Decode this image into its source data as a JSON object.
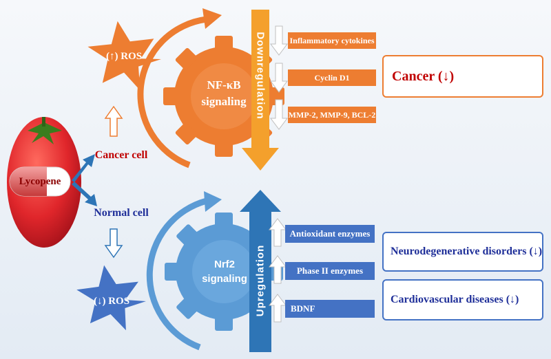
{
  "source": {
    "label": "Lycopene"
  },
  "branches": {
    "cancer_cell": "Cancer cell",
    "normal_cell": "Normal cell"
  },
  "ros": {
    "increased": "(↑) ROS",
    "decreased": "(↓) ROS"
  },
  "pathways": {
    "top": {
      "name": "NF-κB signaling",
      "regulation": "Downregulation",
      "targets": [
        "Inflammatory cytokines",
        "Cyclin D1",
        "MMP-2, MMP-9, BCL-2"
      ],
      "outcomes": [
        "Cancer (↓)"
      ]
    },
    "bottom": {
      "name": "Nrf2 signaling",
      "regulation": "Upregulation",
      "targets": [
        "Antioxidant enzymes",
        "Phase II enzymes",
        "BDNF"
      ],
      "outcomes": [
        "Neurodegenerative disorders (↓)",
        "Cardiovascular diseases (↓)"
      ]
    }
  },
  "colors": {
    "orange": "#ed7d31",
    "blue": "#4472c4",
    "dark_blue": "#2f5597",
    "red": "#c00000",
    "navy": "#1f2f99",
    "tomato": "#e0262b"
  }
}
